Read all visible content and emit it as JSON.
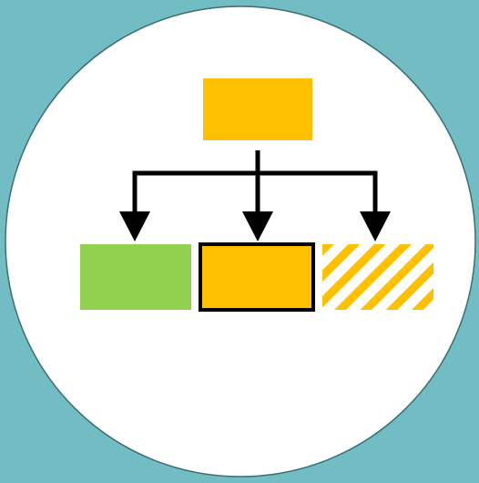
{
  "colors": {
    "background": "#72BCC4",
    "circle_fill": "#FFFFFF",
    "circle_stroke": "#3A6E75",
    "parent_node": "#FFC000",
    "child_left": "#92D050",
    "child_middle": "#FFC000",
    "child_middle_border": "#000000",
    "child_right_hatch": "#FFC000",
    "connector": "#000000"
  },
  "diagram": {
    "type": "hierarchy-one-to-three",
    "children": [
      {
        "style": "solid",
        "color_key": "child_left"
      },
      {
        "style": "solid-outlined",
        "color_key": "child_middle"
      },
      {
        "style": "diagonal-hatch",
        "color_key": "child_right_hatch"
      }
    ]
  }
}
